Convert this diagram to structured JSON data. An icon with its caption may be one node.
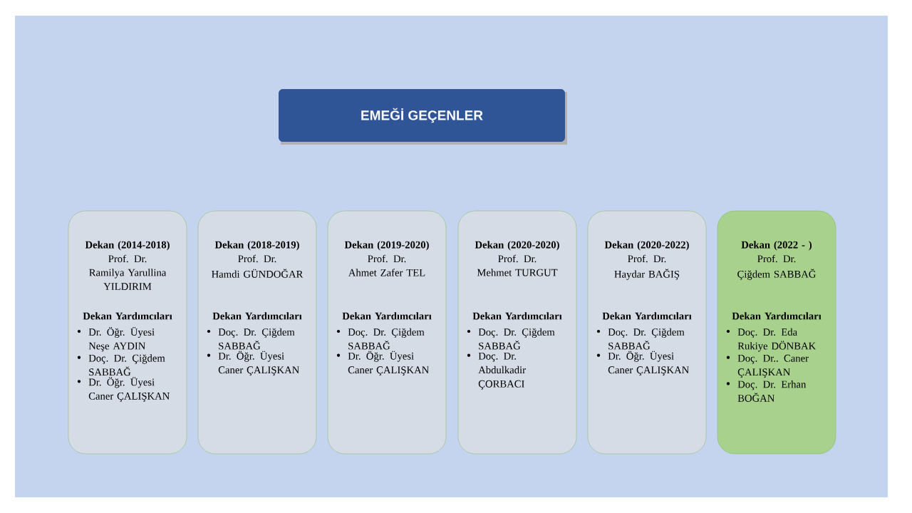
{
  "diagram": {
    "nodes": [
      {
        "text": [
          "EMEĞİ GEÇENLER"
        ]
      },
      {
        "text": [
          "Dekan (2014-2018)",
          "Prof. Dr.",
          "Ramilya Yarullina YILDIRIM",
          "Dekan Yardımcıları",
          "Dr. Öğr. Üyesi Neşe AYDIN",
          "Doç. Dr.  Çiğdem SABBAĞ",
          "Dr. Öğr. Üyesi Caner ÇALIŞKAN"
        ]
      },
      {
        "text": [
          "Dekan (2018-2019)",
          "Prof. Dr.",
          "Hamdi GÜNDOĞAR",
          "Dekan Yardımcıları",
          "Doç. Dr.  Çiğdem SABBAĞ",
          "Dr. Öğr. Üyesi Caner ÇALIŞKAN"
        ]
      },
      {
        "text": [
          "Dekan (2019-2020)",
          "Prof. Dr.",
          "Ahmet Zafer TEL",
          "Dekan Yardımcıları",
          "Doç. Dr.  Çiğdem SABBAĞ",
          "Dr. Öğr. Üyesi Caner ÇALIŞKAN"
        ]
      },
      {
        "text": [
          "Dekan (2020-2020)",
          "Prof. Dr.",
          "Mehmet TURGUT",
          "Dekan Yardımcıları",
          "Doç. Dr. Çiğdem SABBAĞ",
          "Doç. Dr. Abdulkadir ÇORBACI"
        ]
      },
      {
        "text": [
          "Dekan (2020-2022)",
          "Prof. Dr.",
          "Haydar BAĞIŞ",
          "Dekan Yardımcıları",
          "Doç. Dr.  Çiğdem SABBAĞ",
          "Dr. Öğr. Üyesi Caner ÇALIŞKAN"
        ]
      },
      {
        "text": [
          "Dekan (2022 - )",
          "Prof. Dr.",
          "Çiğdem SABBAĞ",
          "Dekan Yardımcıları",
          "Doç. Dr.  Eda Rukiye DÖNBAK",
          "Doç. Dr.. Caner ÇALIŞKAN",
          "Doç. Dr. Erhan BOĞAN"
        ]
      }
    ]
  }
}
